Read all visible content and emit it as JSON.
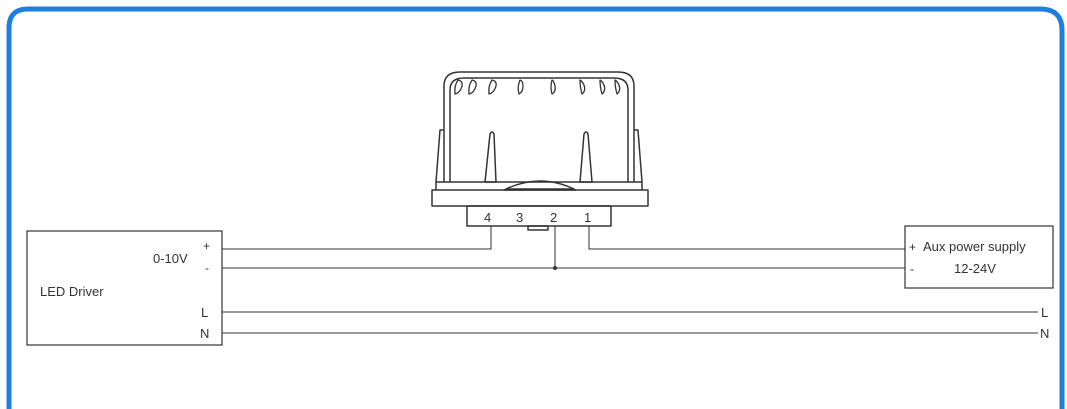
{
  "colors": {
    "frame_border": "#1f7fe0",
    "line": "#333333"
  },
  "sensor": {
    "terminals": [
      "4",
      "3",
      "2",
      "1"
    ]
  },
  "led_driver": {
    "name": "LED Driver",
    "signal_label": "0-10V",
    "plus": "+",
    "minus": "-",
    "L": "L",
    "N": "N"
  },
  "aux_supply": {
    "plus": "+",
    "minus": "-",
    "name": "Aux power supply",
    "voltage": "12-24V"
  },
  "mains": {
    "L": "L",
    "N": "N"
  }
}
